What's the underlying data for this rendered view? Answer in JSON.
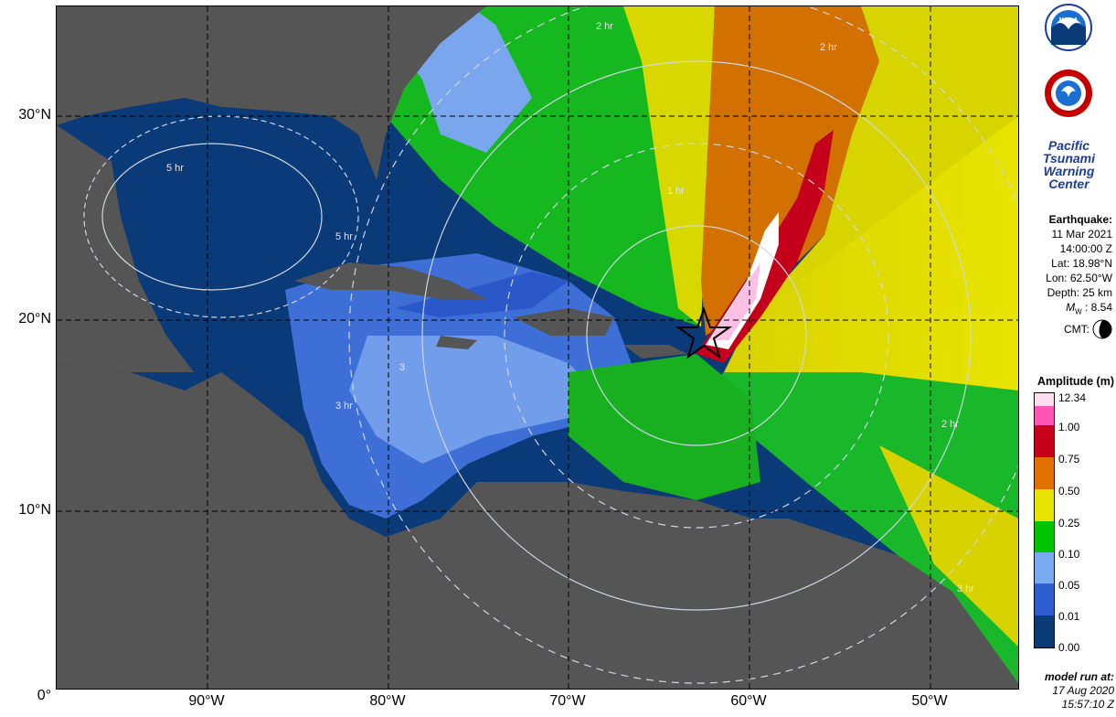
{
  "map": {
    "latitude_labels": [
      "30°N",
      "20°N",
      "10°N",
      "0°"
    ],
    "longitude_labels": [
      "90°W",
      "80°W",
      "70°W",
      "60°W",
      "50°W"
    ],
    "travel_time_labels": [
      "5 hr",
      "5 hr",
      "3 hr",
      "3",
      "1 hr",
      "2 hr",
      "2 hr",
      "2 hr",
      "3 hr"
    ],
    "epicenter_marker": "star-icon",
    "colors": {
      "ocean_deep": "#0b3a78",
      "land": "#555555",
      "grid": "#000000"
    }
  },
  "branding": {
    "noaa_logo_text": "NOAA",
    "nws_logo": "nws-seal",
    "center_lines": [
      "Pacific",
      "Tsunami",
      "Warning",
      "Center"
    ]
  },
  "earthquake": {
    "title": "Earthquake:",
    "date": "11 Mar 2021",
    "time": "14:00:00 Z",
    "lat": "Lat: 18.98°N",
    "lon": "Lon: 62.50°W",
    "depth": "Depth: 25 km",
    "mw_symbol": "M",
    "mw_sub": "W",
    "mw_value": " : 8.54",
    "cmt_label": "CMT:"
  },
  "legend": {
    "title": "Amplitude (m)",
    "labels": [
      "12.34",
      "1.00",
      "0.75",
      "0.50",
      "0.25",
      "0.10",
      "0.05",
      "0.01",
      "0.00"
    ],
    "colors": [
      "#ffffff",
      "#ff55b4",
      "#c8001a",
      "#e07000",
      "#e6e400",
      "#00c400",
      "#7aaaf0",
      "#2e5ed0",
      "#0b3a78"
    ]
  },
  "model_run": {
    "title": "model run at:",
    "date": "17 Aug 2020",
    "time": "15:57:10 Z"
  }
}
